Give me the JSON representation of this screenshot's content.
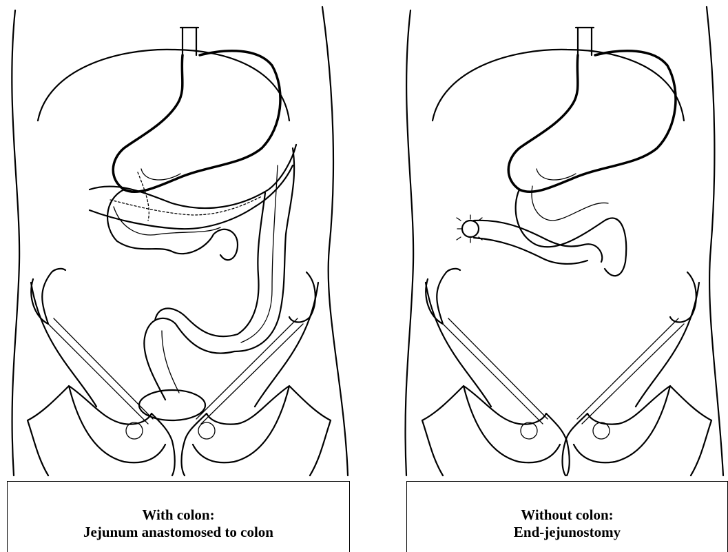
{
  "panels": [
    {
      "caption_line1": "With colon:",
      "caption_line2": "Jejunum anastomosed to colon"
    },
    {
      "caption_line1": "Without colon:",
      "caption_line2": "End-jejunostomy"
    }
  ]
}
